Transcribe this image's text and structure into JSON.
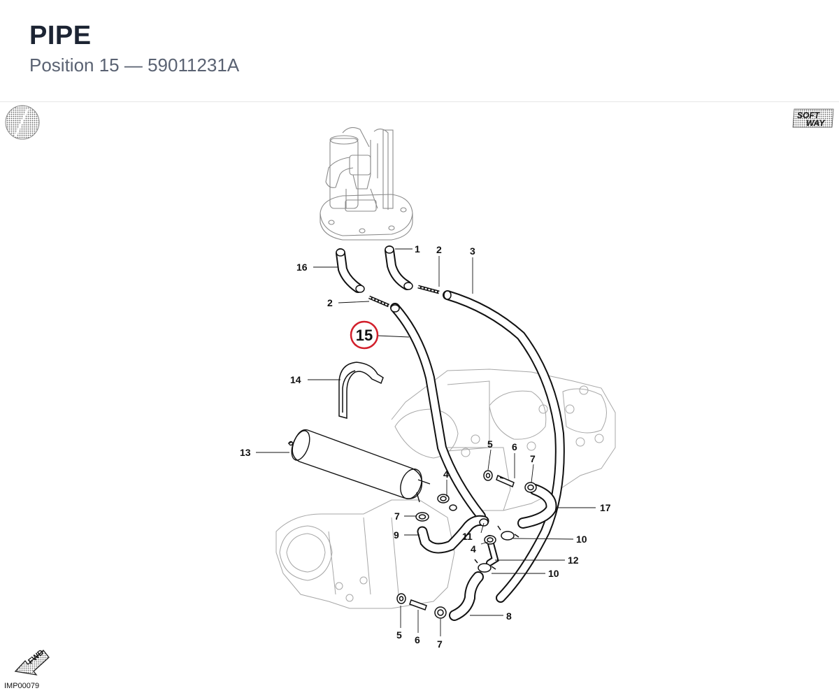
{
  "header": {
    "title": "PIPE",
    "subtitle": "Position 15 — 59011231A"
  },
  "diagram": {
    "reference_code": "IMP00079",
    "highlighted_position": "15",
    "fwd_label": "FWD",
    "brand_logo": {
      "line1": "SOFT",
      "line2": "WAY"
    },
    "callouts": {
      "c1": "1",
      "c2a": "2",
      "c2b": "2",
      "c3": "3",
      "c4a": "4",
      "c4b": "4",
      "c5a": "5",
      "c5b": "5",
      "c6a": "6",
      "c6b": "6",
      "c7a": "7",
      "c7b": "7",
      "c7c": "7",
      "c8": "8",
      "c9": "9",
      "c10a": "10",
      "c10b": "10",
      "c11": "11",
      "c12": "12",
      "c13": "13",
      "c14": "14",
      "c15": "15",
      "c16": "16",
      "c17": "17"
    },
    "highlight_color": "#d21f2b"
  }
}
